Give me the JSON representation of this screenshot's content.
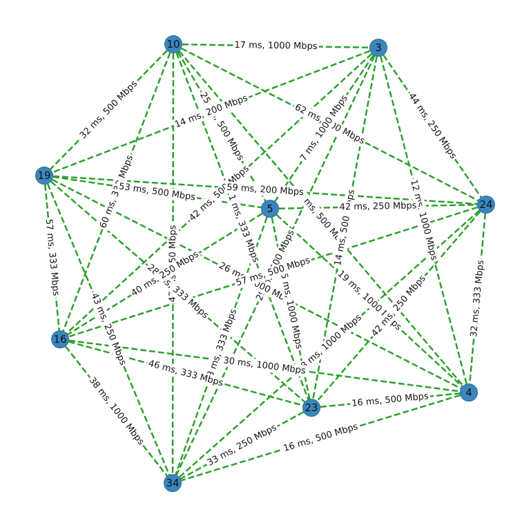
{
  "nodes": [
    {
      "id": "10"
    },
    {
      "id": "3"
    },
    {
      "id": "19"
    },
    {
      "id": "5"
    },
    {
      "id": "24"
    },
    {
      "id": "16"
    },
    {
      "id": "23"
    },
    {
      "id": "4"
    },
    {
      "id": "34"
    }
  ],
  "edges": [
    {
      "source": "10",
      "target": "3",
      "label": "17 ms, 1000 Mbps"
    },
    {
      "source": "10",
      "target": "19",
      "label": "32 ms, 500 Mbps"
    },
    {
      "source": "10",
      "target": "16",
      "label": "60 ms, 333 Mbps"
    },
    {
      "source": "10",
      "target": "34",
      "label": "47 ms, 250 Mbps"
    },
    {
      "source": "10",
      "target": "5",
      "label": "25 ms, 500 Mbps"
    },
    {
      "source": "10",
      "target": "24",
      "label": "62 ms, 200 Mbps"
    },
    {
      "source": "10",
      "target": "4",
      "label": "41 ms, 500 Mbps"
    },
    {
      "source": "10",
      "target": "23",
      "label": "21 ms, 333 Mbps"
    },
    {
      "source": "3",
      "target": "19",
      "label": "14 ms, 200 Mbps"
    },
    {
      "source": "3",
      "target": "24",
      "label": "44 ms, 250 Mbps"
    },
    {
      "source": "3",
      "target": "5",
      "label": "7 ms, 1000 Mbps"
    },
    {
      "source": "3",
      "target": "16",
      "label": "42 ms, 500 Mbps"
    },
    {
      "source": "3",
      "target": "4",
      "label": "12 ms, 1000 Mbps"
    },
    {
      "source": "3",
      "target": "23",
      "label": "14 ms, 500 Mbps"
    },
    {
      "source": "3",
      "target": "34",
      "label": "29 ms, 500 Mbps"
    },
    {
      "source": "19",
      "target": "5",
      "label": "53 ms, 500 Mbps"
    },
    {
      "source": "19",
      "target": "24",
      "label": "59 ms, 200 Mbps"
    },
    {
      "source": "19",
      "target": "16",
      "label": "57 ms, 333 Mbps"
    },
    {
      "source": "19",
      "target": "34",
      "label": "43 ms, 250 Mbps"
    },
    {
      "source": "19",
      "target": "23",
      "label": "28 ms, 333 Mbps"
    },
    {
      "source": "19",
      "target": "4",
      "label": "26 ms, 1000 Mbps"
    },
    {
      "source": "5",
      "target": "24",
      "label": "42 ms, 250 Mbps"
    },
    {
      "source": "5",
      "target": "16",
      "label": "40 ms, 250 Mbps"
    },
    {
      "source": "5",
      "target": "23",
      "label": "35 ms, 1000 Mbps"
    },
    {
      "source": "5",
      "target": "4",
      "label": "19 ms, 1000 Mbps"
    },
    {
      "source": "5",
      "target": "34",
      "label": "33 ms, 333 Mbps"
    },
    {
      "source": "24",
      "target": "16",
      "label": "57 ms, 500 Mbps"
    },
    {
      "source": "24",
      "target": "4",
      "label": "32 ms, 333 Mbps"
    },
    {
      "source": "24",
      "target": "23",
      "label": "42 ms, 250 Mbps"
    },
    {
      "source": "24",
      "target": "34",
      "label": "18 ms, 1000 Mbps"
    },
    {
      "source": "16",
      "target": "23",
      "label": "46 ms, 333 Mbps"
    },
    {
      "source": "16",
      "target": "4",
      "label": "30 ms, 1000 Mbps"
    },
    {
      "source": "16",
      "target": "34",
      "label": "38 ms, 1000 Mbps"
    },
    {
      "source": "23",
      "target": "4",
      "label": "16 ms, 500 Mbps"
    },
    {
      "source": "23",
      "target": "34",
      "label": "33 ms, 250 Mbps"
    },
    {
      "source": "4",
      "target": "34",
      "label": "16 ms, 500 Mbps"
    }
  ],
  "colors": {
    "edge": "#2ca02c",
    "node": "#3b86bd"
  }
}
